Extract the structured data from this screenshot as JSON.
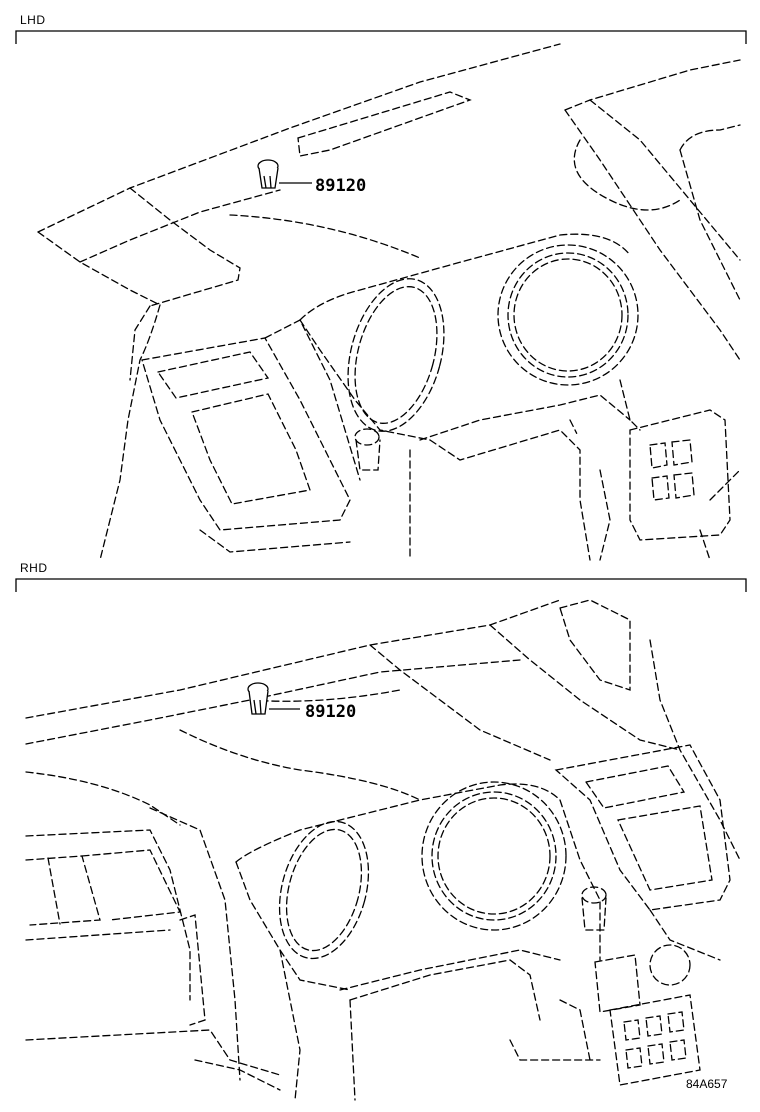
{
  "sections": {
    "top": {
      "label": "LHD",
      "part_number": "89120"
    },
    "bottom": {
      "label": "RHD",
      "part_number": "89120"
    }
  },
  "diagram_code": "84A657"
}
